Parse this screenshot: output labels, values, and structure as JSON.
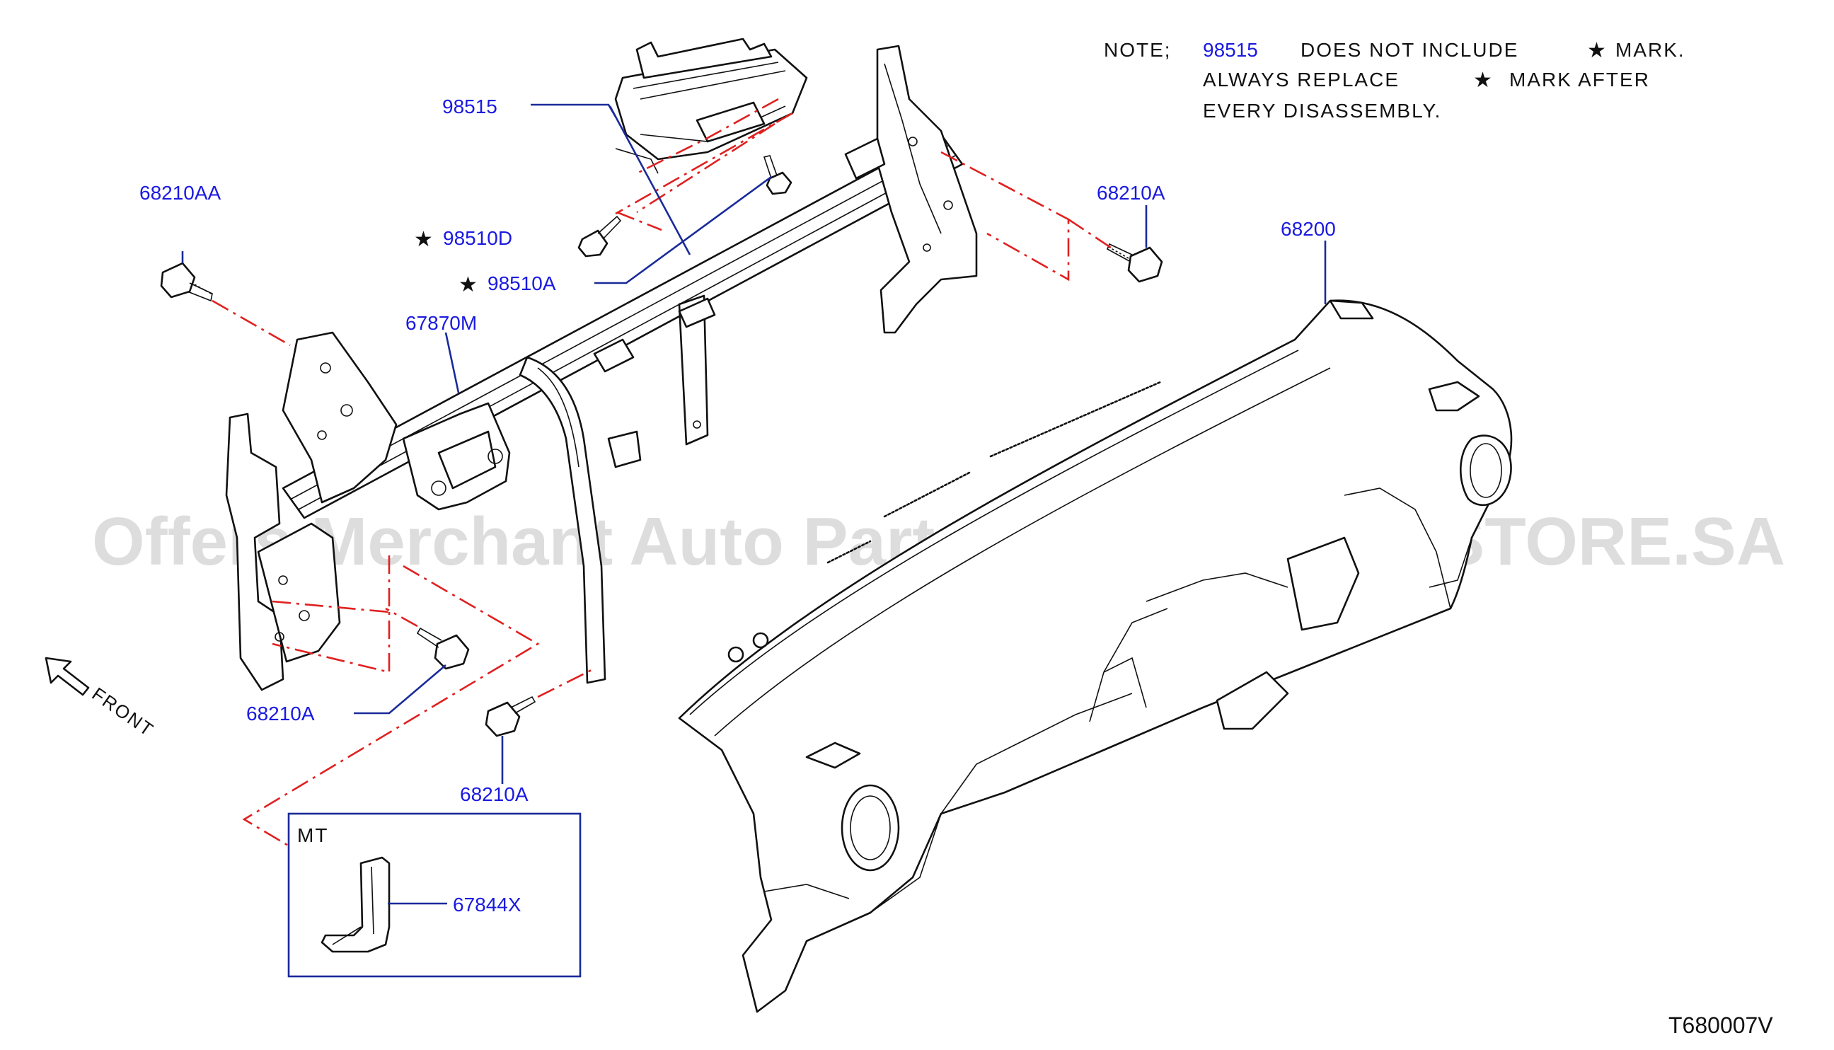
{
  "note": {
    "label": "NOTE;",
    "part_ref": "98515",
    "line1_text": "DOES  NOT  INCLUDE",
    "line1_mark": "MARK.",
    "line2_text": "ALWAYS  REPLACE",
    "line2_mark": "MARK  AFTER",
    "line3_text": "EVERY  DISASSEMBLY.",
    "star_glyph": "★"
  },
  "callouts": {
    "airbag": "98515",
    "screw_d": "98510D",
    "screw_a": "98510A",
    "bolt_left_top": "68210AA",
    "bolt_right_top": "68210A",
    "dash_panel": "68200",
    "member": "67870M",
    "bolt_left_low": "68210A",
    "bolt_center_low": "68210A",
    "bracket": "67844X"
  },
  "inset": {
    "label": "MT"
  },
  "front_label": "FRONT",
  "watermark": "Offers Merchant Auto Parts Catalog PARTSTORE.SA",
  "diagram_code": "T680007V",
  "colors": {
    "callout": "#1a1ae0",
    "leader": "#1a2a9a",
    "dash": "#e02020",
    "ink": "#111111"
  }
}
